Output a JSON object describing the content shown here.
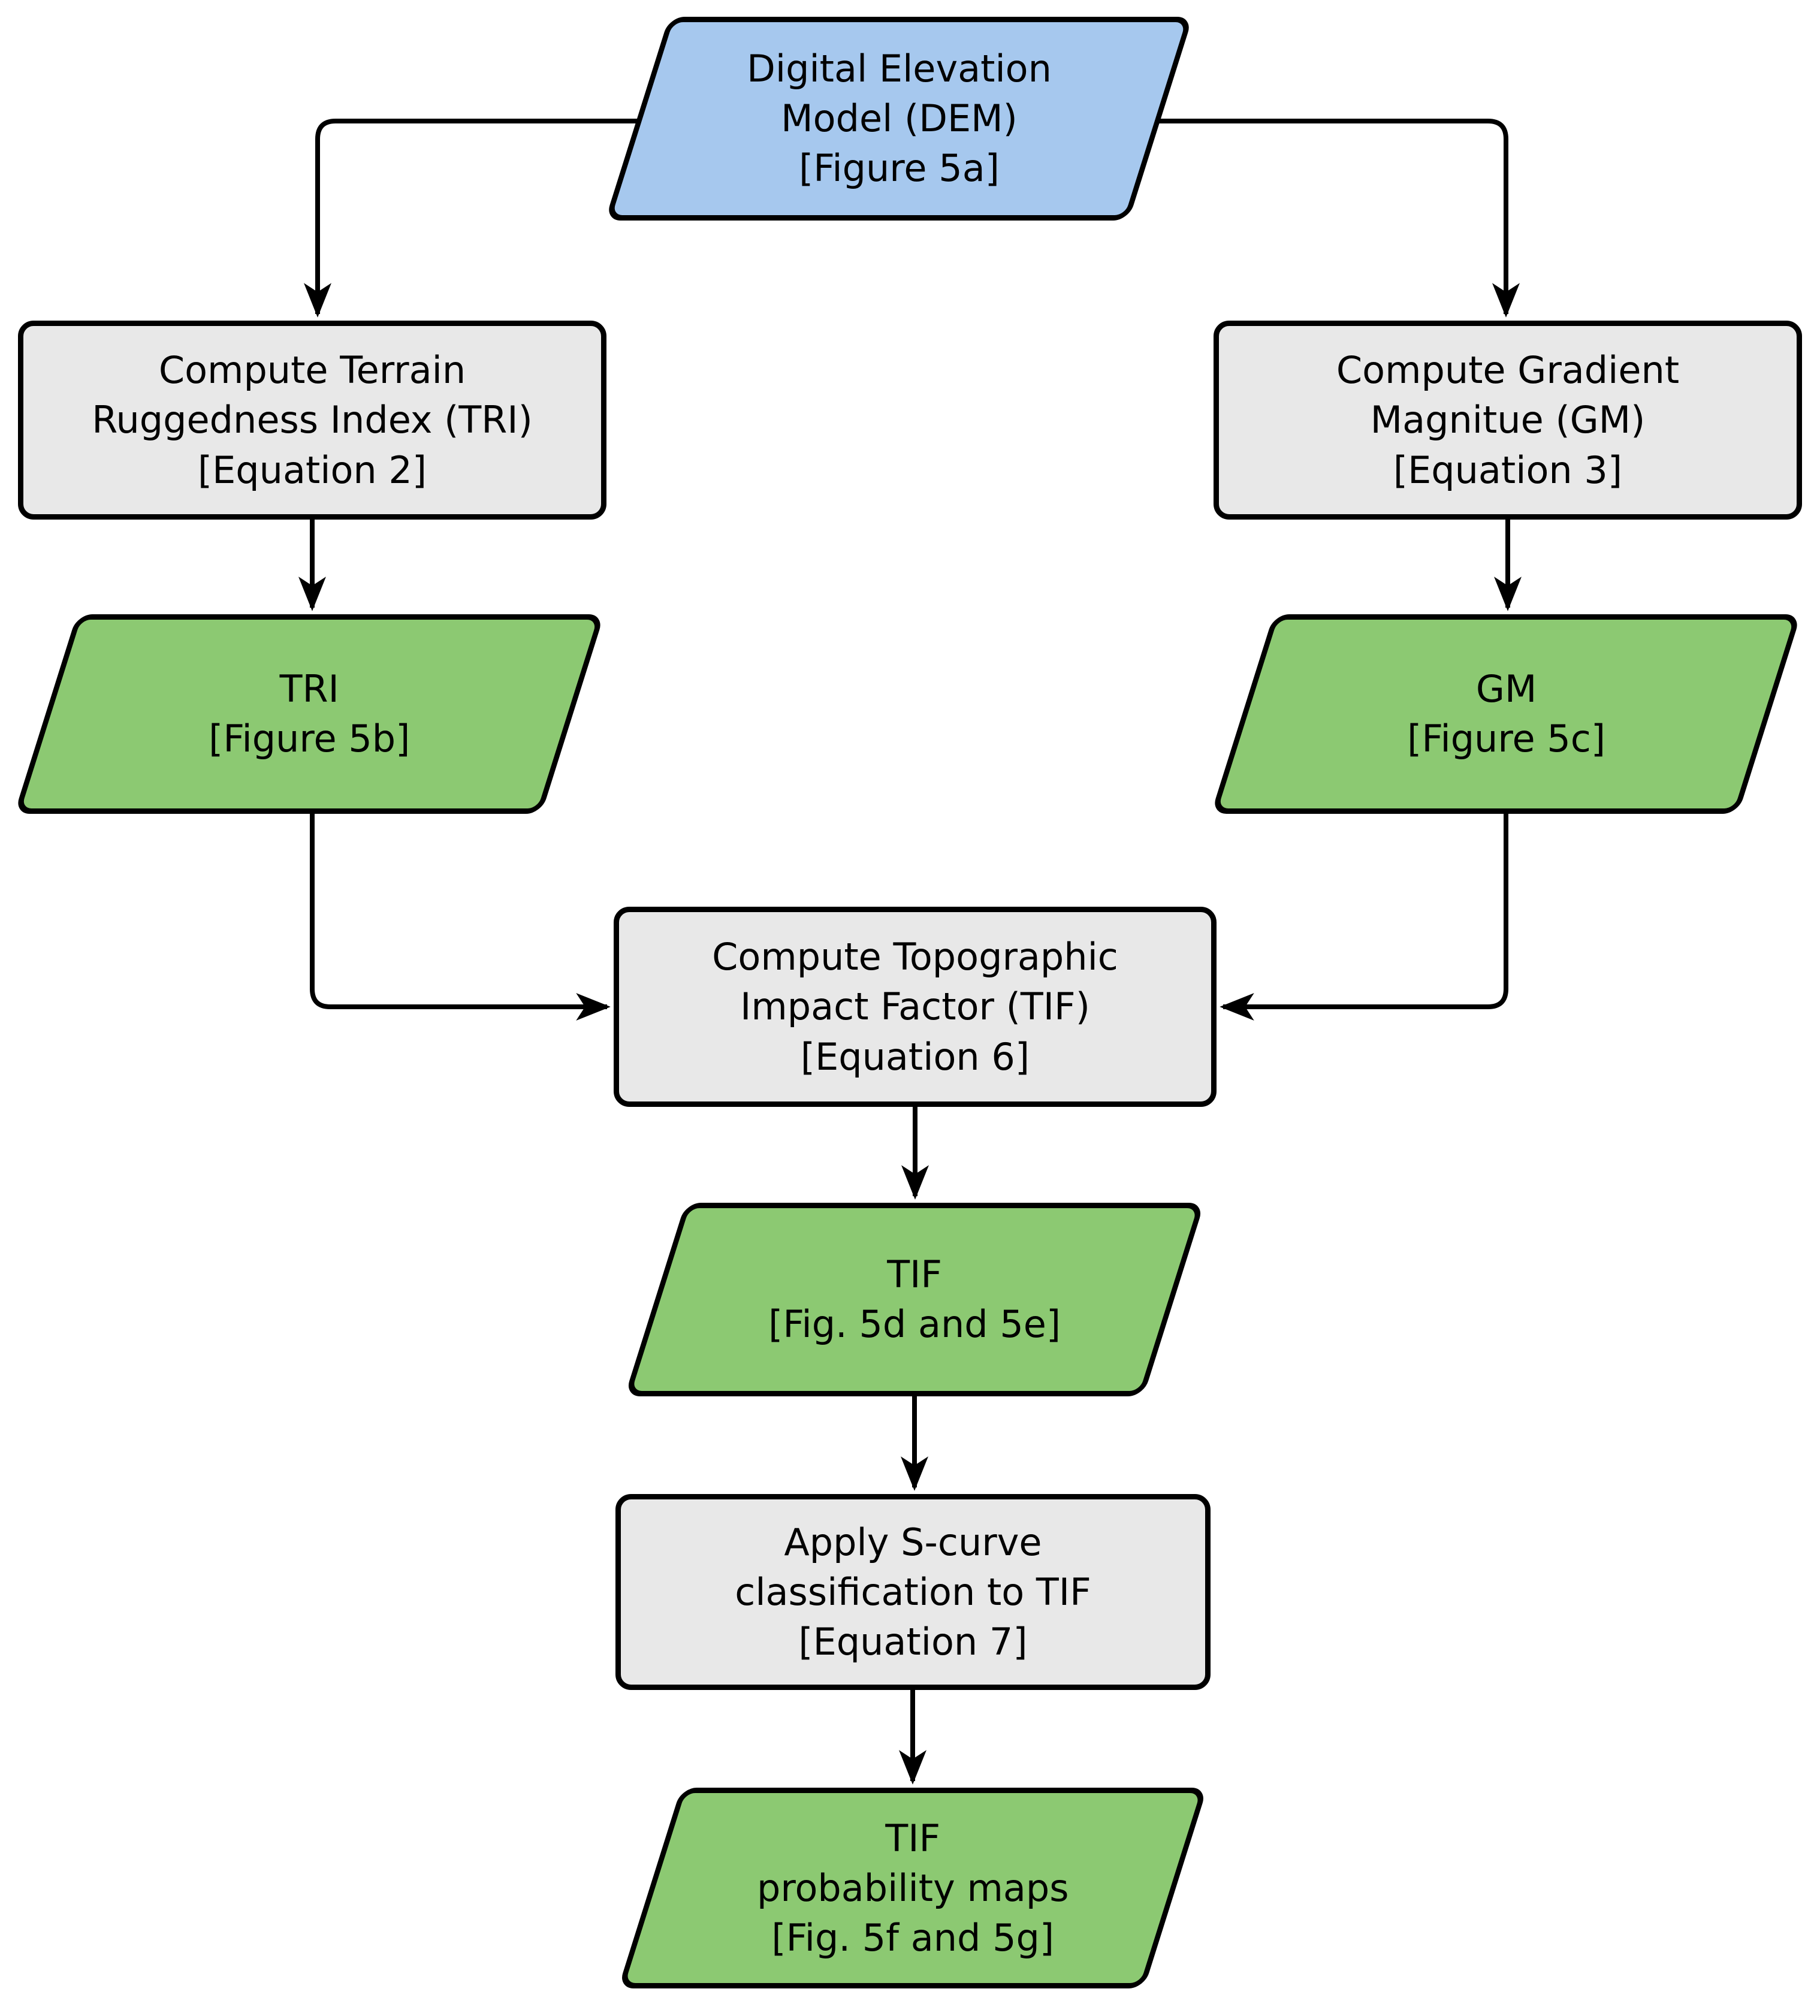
{
  "colors": {
    "input_fill": "#a6c8ee",
    "process_fill": "#e8e8e8",
    "output_fill": "#8cc972",
    "stroke": "#000000",
    "text": "#000000",
    "background": "#ffffff"
  },
  "nodes": {
    "dem": {
      "label": "Digital Elevation\nModel (DEM)\n[Figure 5a]",
      "shape": "parallelogram",
      "role": "input"
    },
    "tri_compute": {
      "label": "Compute Terrain\nRuggedness Index (TRI)\n[Equation 2]",
      "shape": "rectangle",
      "role": "process"
    },
    "gm_compute": {
      "label": "Compute Gradient\nMagnitue (GM)\n[Equation 3]",
      "shape": "rectangle",
      "role": "process"
    },
    "tri_data": {
      "label": "TRI\n[Figure 5b]",
      "shape": "parallelogram",
      "role": "output"
    },
    "gm_data": {
      "label": "GM\n[Figure 5c]",
      "shape": "parallelogram",
      "role": "output"
    },
    "tif_compute": {
      "label": "Compute Topographic\nImpact Factor (TIF)\n[Equation 6]",
      "shape": "rectangle",
      "role": "process"
    },
    "tif_data": {
      "label": "TIF\n[Fig. 5d and 5e]",
      "shape": "parallelogram",
      "role": "output"
    },
    "scurve_compute": {
      "label": "Apply S-curve\nclassification to TIF\n[Equation 7]",
      "shape": "rectangle",
      "role": "process"
    },
    "tif_prob_data": {
      "label": "TIF\nprobability maps\n[Fig. 5f and 5g]",
      "shape": "parallelogram",
      "role": "output"
    }
  },
  "edges": [
    {
      "from": "dem",
      "to": "tri_compute"
    },
    {
      "from": "dem",
      "to": "gm_compute"
    },
    {
      "from": "tri_compute",
      "to": "tri_data"
    },
    {
      "from": "gm_compute",
      "to": "gm_data"
    },
    {
      "from": "tri_data",
      "to": "tif_compute"
    },
    {
      "from": "gm_data",
      "to": "tif_compute"
    },
    {
      "from": "tif_compute",
      "to": "tif_data"
    },
    {
      "from": "tif_data",
      "to": "scurve_compute"
    },
    {
      "from": "scurve_compute",
      "to": "tif_prob_data"
    }
  ]
}
